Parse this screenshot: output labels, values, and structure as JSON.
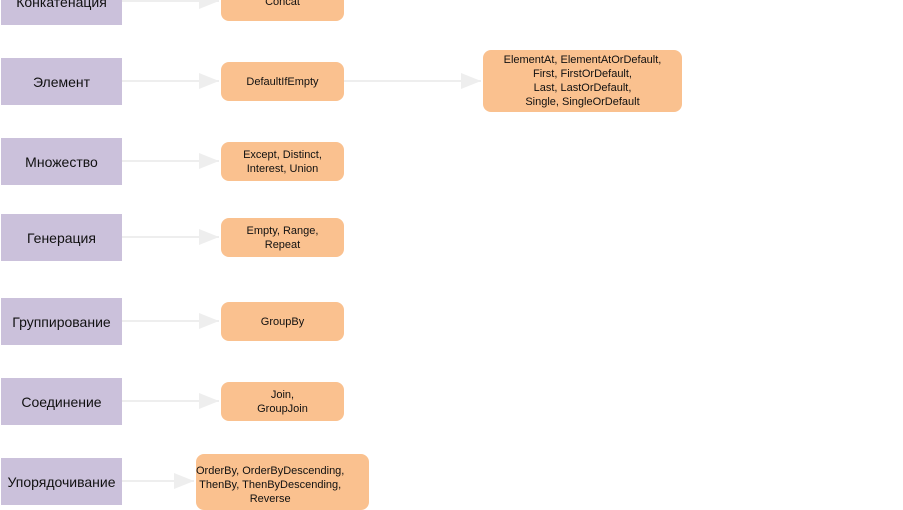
{
  "colors": {
    "category": "#cbc1db",
    "operator": "#fac18f",
    "edge": "#eeeeee"
  },
  "rows": [
    {
      "category": "Конкатенация",
      "operators": "Concat"
    },
    {
      "category": "Элемент",
      "operators": "DefaultIfEmpty",
      "next": "ElementAt, ElementAtOrDefault,\nFirst, FirstOrDefault,\nLast, LastOrDefault,\nSingle, SingleOrDefault"
    },
    {
      "category": "Множество",
      "operators": "Except, Distinct,\nInterest, Union"
    },
    {
      "category": "Генерация",
      "operators": "Empty, Range,\nRepeat"
    },
    {
      "category": "Группирование",
      "operators": "GroupBy"
    },
    {
      "category": "Соединение",
      "operators": "Join,\nGroupJoin"
    },
    {
      "category": "Упорядочивание",
      "operators": "OrderBy, OrderByDescending,\nThenBy, ThenByDescending,\nReverse"
    }
  ]
}
